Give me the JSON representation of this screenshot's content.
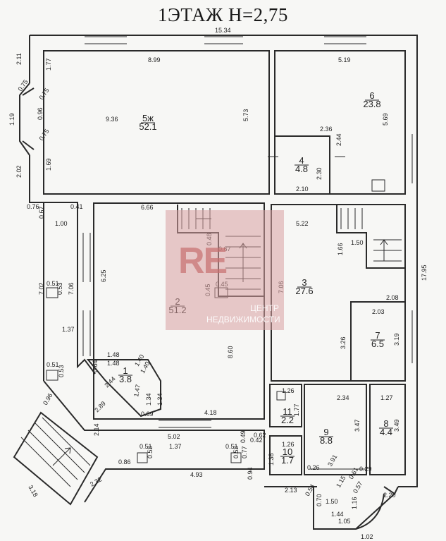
{
  "title": "1ЭТАЖ  Н=2,75",
  "watermark": {
    "logo": "RE",
    "line1": "ЦЕНТР",
    "line2": "НЕДВИЖИМОСТИ"
  },
  "rooms": [
    {
      "id": "5ж",
      "area": "52.1"
    },
    {
      "id": "6",
      "area": "23.8"
    },
    {
      "id": "4",
      "area": "4.8"
    },
    {
      "id": "2",
      "area": "51.2"
    },
    {
      "id": "3",
      "area": "27.6"
    },
    {
      "id": "1",
      "area": "3.8"
    },
    {
      "id": "7",
      "area": "6.5"
    },
    {
      "id": "11",
      "area": "2.2"
    },
    {
      "id": "9",
      "area": "8.8"
    },
    {
      "id": "8",
      "area": "4.4"
    },
    {
      "id": "10",
      "area": "1.7"
    }
  ],
  "dimensions": [
    "15.34",
    "8.99",
    "5.19",
    "9.36",
    "5.73",
    "5.69",
    "1.77",
    "1.69",
    "2.11",
    "1.19",
    "2.02",
    "0.75",
    "0.75",
    "0.96",
    "0.75",
    "2.36",
    "2.44",
    "2.30",
    "2.10",
    "0.76",
    "0.67",
    "0.41",
    "1.00",
    "6.66",
    "5.22",
    "0.48",
    "0.67",
    "1.66",
    "1.50",
    "6.25",
    "7.02",
    "7.06",
    "0.51",
    "0.53",
    "1.37",
    "0.45",
    "0.45",
    "7.06",
    "2.08",
    "17.95",
    "2.03",
    "3.26",
    "3.19",
    "8.60",
    "1.48",
    "1.48",
    "0.64",
    "1.40",
    "1.40",
    "1.47",
    "1.34",
    "1.34",
    "2.44",
    "0.51",
    "0.53",
    "0.96",
    "2.89",
    "0.69",
    "4.18",
    "1.26",
    "2.34",
    "1.27",
    "1.77",
    "2.14",
    "5.02",
    "0.42",
    "0.49",
    "3.47",
    "3.49",
    "0.51",
    "0.53",
    "1.37",
    "0.51",
    "0.77",
    "0.86",
    "4.93",
    "0.53",
    "1.26",
    "1.38",
    "3.91",
    "0.26",
    "0.61",
    "0.29",
    "0.94",
    "3.18",
    "2.32",
    "2.13",
    "0.54",
    "1.50",
    "1.15",
    "0.57",
    "2.20",
    "0.70",
    "1.44",
    "1.16",
    "1.05",
    "1.02",
    "0.62"
  ]
}
